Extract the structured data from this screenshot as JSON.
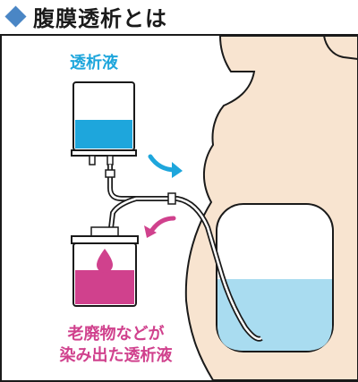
{
  "header": {
    "title": "腹膜透析とは",
    "icon": "diamond-icon",
    "accent_color": "#4a86c5"
  },
  "labels": {
    "dialysate": "透析液",
    "waste_line1": "老廃物などが",
    "waste_line2": "染み出た透析液"
  },
  "colors": {
    "dialysate": "#1ea6dc",
    "waste": "#d0418d",
    "skin": "#f8e4d0",
    "abdomen_fluid": "#a9dcf0",
    "outline": "#1a1a1a"
  }
}
